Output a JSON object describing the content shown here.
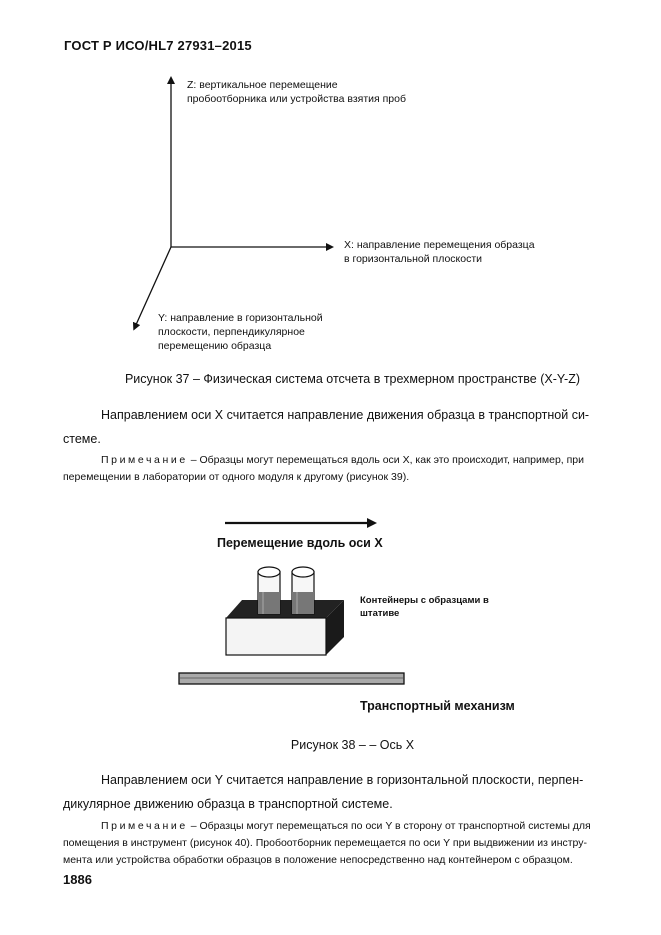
{
  "header": {
    "doc_code": "ГОСТ Р ИСО/HL7 27931–2015"
  },
  "figure37": {
    "z_label": [
      "Z:  вертикальное перемещение",
      "пробоотборника или устройства взятия проб"
    ],
    "x_label": [
      "X:  направление перемещения образца",
      "в горизонтальной плоскости"
    ],
    "y_label": [
      "Y:  направление в горизонтальной",
      "плоскости, перпендикулярное",
      "перемещению образца"
    ],
    "caption": "Рисунок 37 – Физическая система отсчета в трехмерном пространстве (X-Y-Z)"
  },
  "para1": {
    "first": "Направлением оси X считается направление движения образца в транспортной си-",
    "second": "стеме."
  },
  "note1": {
    "label": "Примечание",
    "first": " – Образцы могут перемещаться вдоль оси X, как это происходит, например, при",
    "second": "перемещении в лаборатории от одного модуля к другому (рисунок 39)."
  },
  "figure38": {
    "move_label": "Перемещение вдоль оси X",
    "containers_label": [
      "Контейнеры с образцами в",
      "штативе"
    ],
    "transport_label": "Транспортный механизм",
    "caption": "Рисунок 38 – – Ось X"
  },
  "para2": {
    "first": "Направлением оси Y считается направление в горизонтальной плоскости, перпен-",
    "second": "дикулярное движению образца в транспортной системе."
  },
  "note2": {
    "label": "Примечание",
    "first": " – Образцы могут перемещаться по оси Y в сторону от транспортной системы для",
    "second": "помещения в инструмент (рисунок 40). Пробоотборник перемещается по оси Y при выдвижении из инстру-",
    "third": "мента или устройства обработки образцов в положение непосредственно над контейнером с образцом."
  },
  "footer": {
    "page_number": "1886"
  }
}
